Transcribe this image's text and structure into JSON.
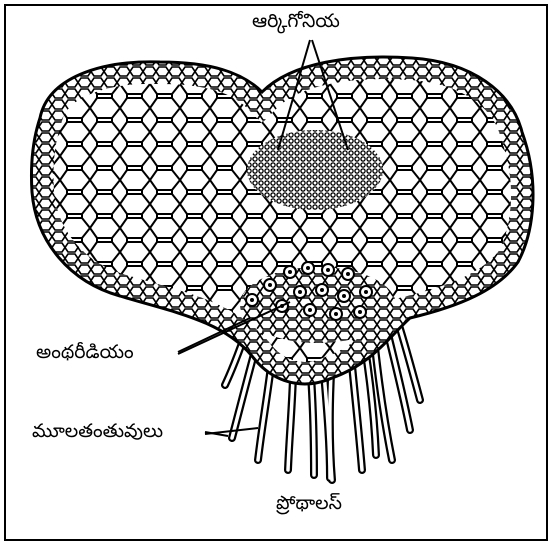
{
  "diagram": {
    "labels": {
      "archegonia": "ఆర్కిగోనియ",
      "antheridia": "అంథరీడియం",
      "rhizoids": "మూలతంతువులు",
      "prothallus": "ప్రోథాలస్"
    }
  }
}
